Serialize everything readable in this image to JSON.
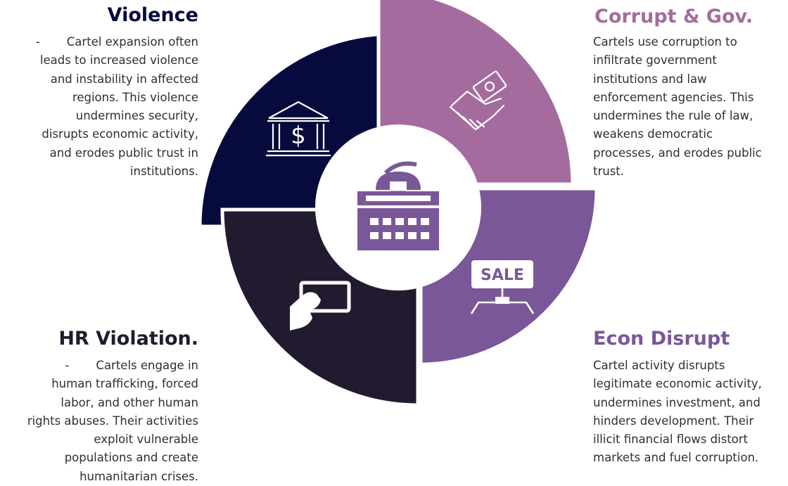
{
  "colors": {
    "violence": "#070a3c",
    "corruption": "#a46c9e",
    "economy": "#7a5798",
    "human_rights": "#221b2f",
    "center": "#ffffff",
    "center_icon": "#7a5798",
    "body_text": "#2e2e35"
  },
  "segments": [
    {
      "key": "violence",
      "title": "Violence",
      "bullet": "-",
      "text": "Cartel expansion often leads to increased violence and instability in affected regions. This violence undermines security, disrupts economic activity, and erodes public trust in institutions.",
      "lines": [
        "Cartel expansion often",
        "leads to increased violence",
        "and instability in affected",
        "regions. This violence",
        "undermines security,",
        "disrupts economic activity,",
        "and erodes public trust in",
        "institutions."
      ],
      "icon": "bank-dollar-icon"
    },
    {
      "key": "corruption",
      "title": "Corrupt & Gov.",
      "bullet": "",
      "text": "Cartels use corruption to infiltrate government institutions and law enforcement agencies. This undermines the rule of law, weakens democratic processes, and erodes public trust.",
      "lines": [
        "Cartels use corruption to",
        "infiltrate government",
        "institutions and law",
        "enforcement agencies. This",
        "undermines the rule of law,",
        "weakens democratic",
        "processes, and erodes public",
        "trust."
      ],
      "icon": "handshake-money-icon"
    },
    {
      "key": "economy",
      "title": "Econ Disrupt",
      "bullet": "",
      "text": "Cartel activity disrupts legitimate economic activity, undermines investment, and hinders development. Their illicit financial flows distort markets and fuel corruption.",
      "lines": [
        "Cartel activity disrupts",
        "legitimate economic activity,",
        "undermines investment, and",
        "hinders development. Their",
        "illicit financial flows distort",
        "markets and fuel corruption."
      ],
      "icon": "sale-sign-icon",
      "icon_text": "SALE"
    },
    {
      "key": "human_rights",
      "title": "HR Violation.",
      "bullet": "-",
      "text": "Cartels engage in human trafficking, forced labor, and other human rights abuses. Their activities exploit vulnerable populations and create humanitarian crises.",
      "lines": [
        "Cartels engage in",
        "human trafficking, forced",
        "labor, and other human",
        "rights abuses. Their activities",
        "exploit vulnerable",
        "populations and create",
        "humanitarian crises."
      ],
      "icon": "hand-cash-icon"
    }
  ],
  "center": {
    "icon": "government-building-icon"
  }
}
